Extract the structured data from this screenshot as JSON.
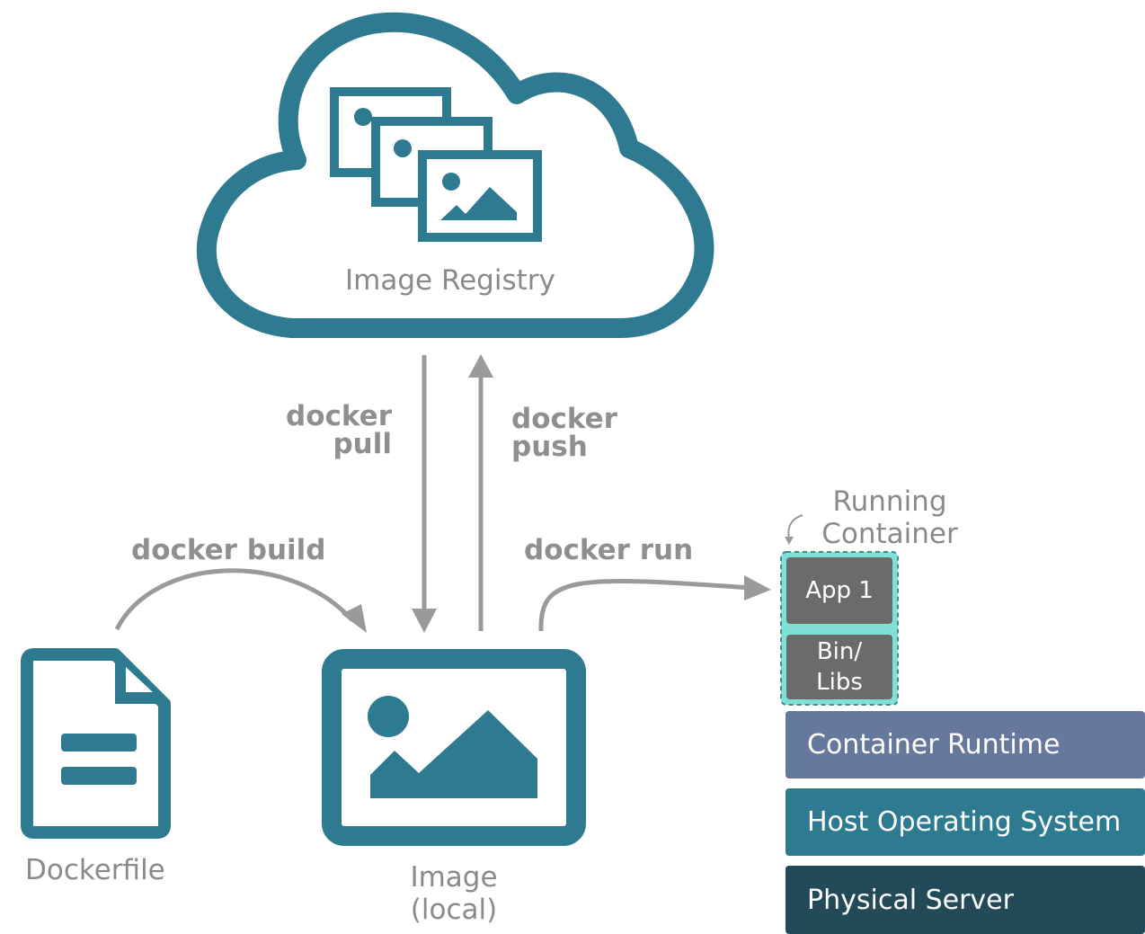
{
  "colors": {
    "teal": "#2e7a91",
    "label_gray": "#8a8a8a",
    "arrow_gray": "#9a9a9a",
    "container_runtime": "#66789c",
    "host_os": "#2e7a91",
    "physical_server": "#234a58",
    "app_box": "#6b6b6b",
    "container_outline": "#7fe0d6"
  },
  "registry": {
    "label": "Image Registry",
    "icon": "cloud-icon"
  },
  "commands": {
    "pull_line1": "docker",
    "pull_line2": "pull",
    "push_line1": "docker",
    "push_line2": "push",
    "build": "docker build",
    "run": "docker run"
  },
  "dockerfile": {
    "label": "Dockerfile",
    "icon": "document-icon"
  },
  "image_local": {
    "line1": "Image",
    "line2": "(local)",
    "icon": "image-icon"
  },
  "container": {
    "title_line1": "Running",
    "title_line2": "Container",
    "app": "App 1",
    "bins_line1": "Bin/",
    "bins_line2": "Libs"
  },
  "stack": {
    "runtime": "Container Runtime",
    "host_os": "Host Operating System",
    "server": "Physical Server"
  }
}
